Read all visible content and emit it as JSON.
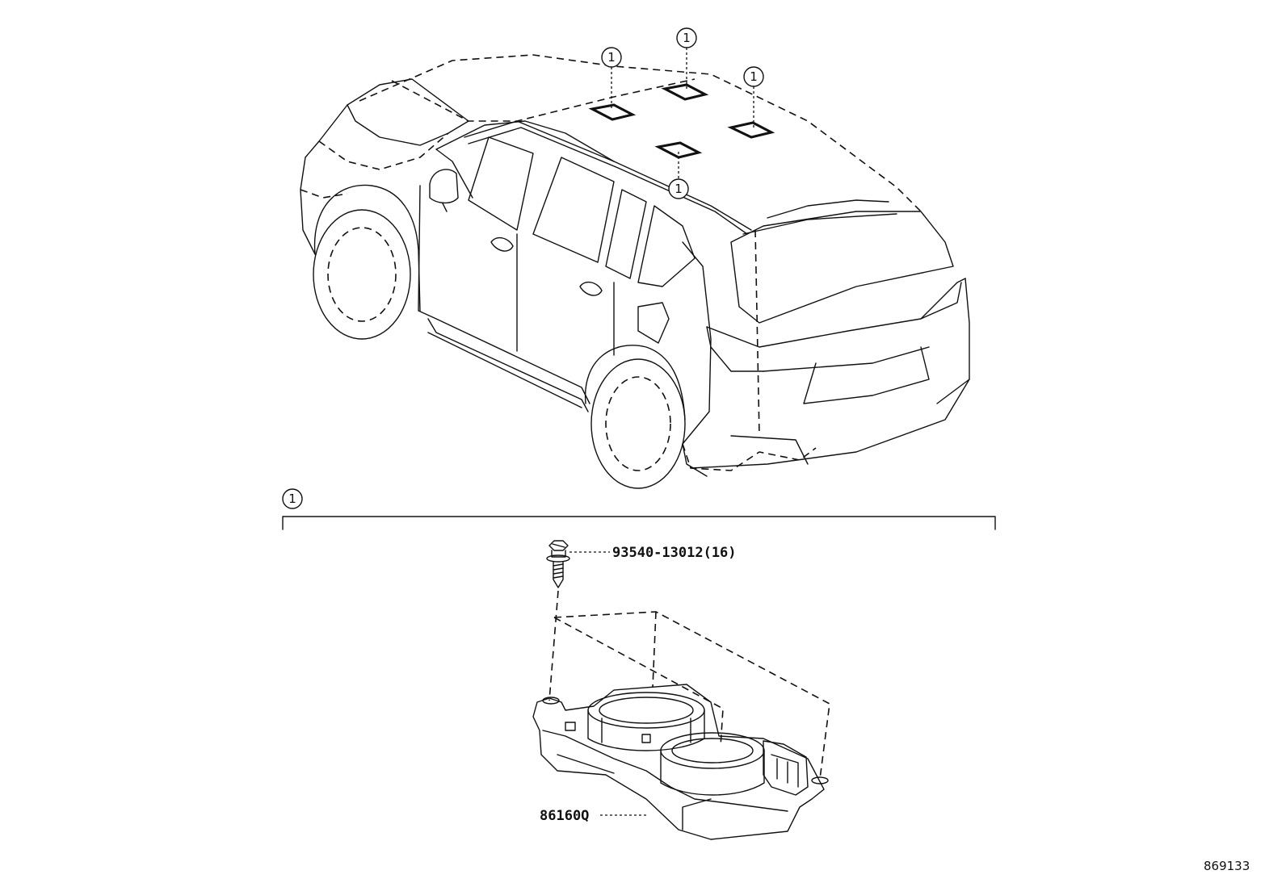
{
  "callouts": {
    "roof_1": "1",
    "roof_2": "1",
    "roof_3": "1",
    "roof_4": "1",
    "section": "1"
  },
  "parts": {
    "screw_label": "93540-13012(16)",
    "speaker_label": "86160Q"
  },
  "figure_number": "869133"
}
